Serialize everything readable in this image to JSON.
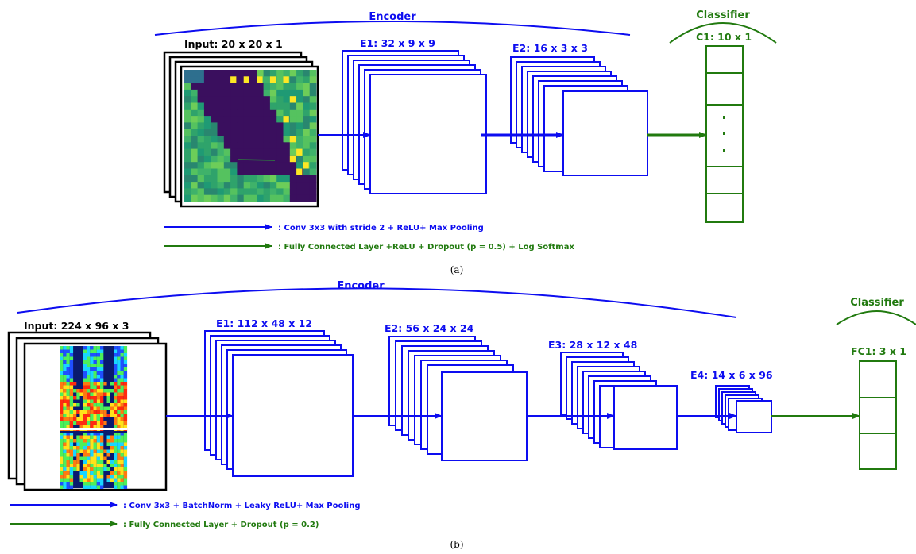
{
  "colors": {
    "blue": "#0d0df0",
    "green": "#217a0f",
    "black": "#000000"
  },
  "panel_a": {
    "encoder_label": "Encoder",
    "classifier_label": "Classifier",
    "input_label": "Input: 20 x 20 x 1",
    "e1_label": "E1: 32 x 9 x 9",
    "e2_label": "E2: 16 x 3 x 3",
    "c1_label": "C1: 10 x 1",
    "legend_conv": ": Conv 3x3 with stride 2 + ReLU+ Max Pooling",
    "legend_fc": ": Fully Connected Layer +ReLU + Dropout (p = 0.5) + Log Softmax",
    "caption": "(a)"
  },
  "panel_b": {
    "encoder_label": "Encoder",
    "classifier_label": "Classifier",
    "input_label": "Input: 224 x 96 x 3",
    "e1_label": "E1: 112 x 48 x 12",
    "e2_label": "E2: 56 x 24 x 24",
    "e3_label": "E3: 28 x 12 x 48",
    "e4_label": "E4: 14 x 6 x 96",
    "fc1_label": "FC1: 3 x 1",
    "legend_conv": ": Conv 3x3 + BatchNorm + Leaky ReLU+ Max Pooling",
    "legend_fc": ": Fully Connected Layer + Dropout (p = 0.2)",
    "caption": "(b)"
  }
}
